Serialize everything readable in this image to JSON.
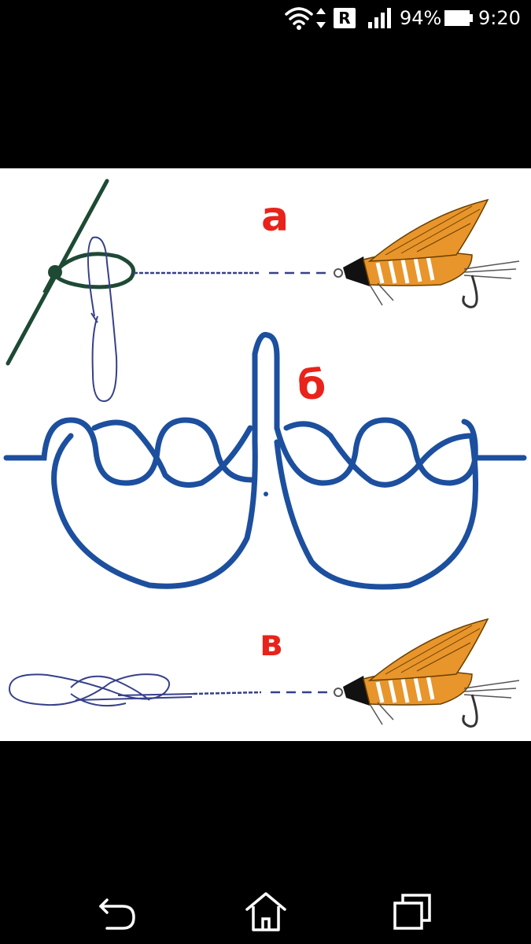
{
  "status_bar": {
    "r_badge": "R",
    "battery_percent": "94%",
    "time": "9:20",
    "icons": [
      "wifi-icon",
      "data-activity-icon",
      "roaming-icon",
      "signal-icon",
      "battery-icon"
    ]
  },
  "image": {
    "label_a": "а",
    "label_b": "б",
    "label_v": "в",
    "colors": {
      "label_red": "#e8231b",
      "knot_blue": "#1d4f9f",
      "line_navy": "#36408a",
      "rod_green": "#1e4a35",
      "fly_orange": "#e8952b"
    }
  },
  "nav_bar": {
    "icons": [
      "back-icon",
      "home-icon",
      "recents-icon"
    ]
  }
}
